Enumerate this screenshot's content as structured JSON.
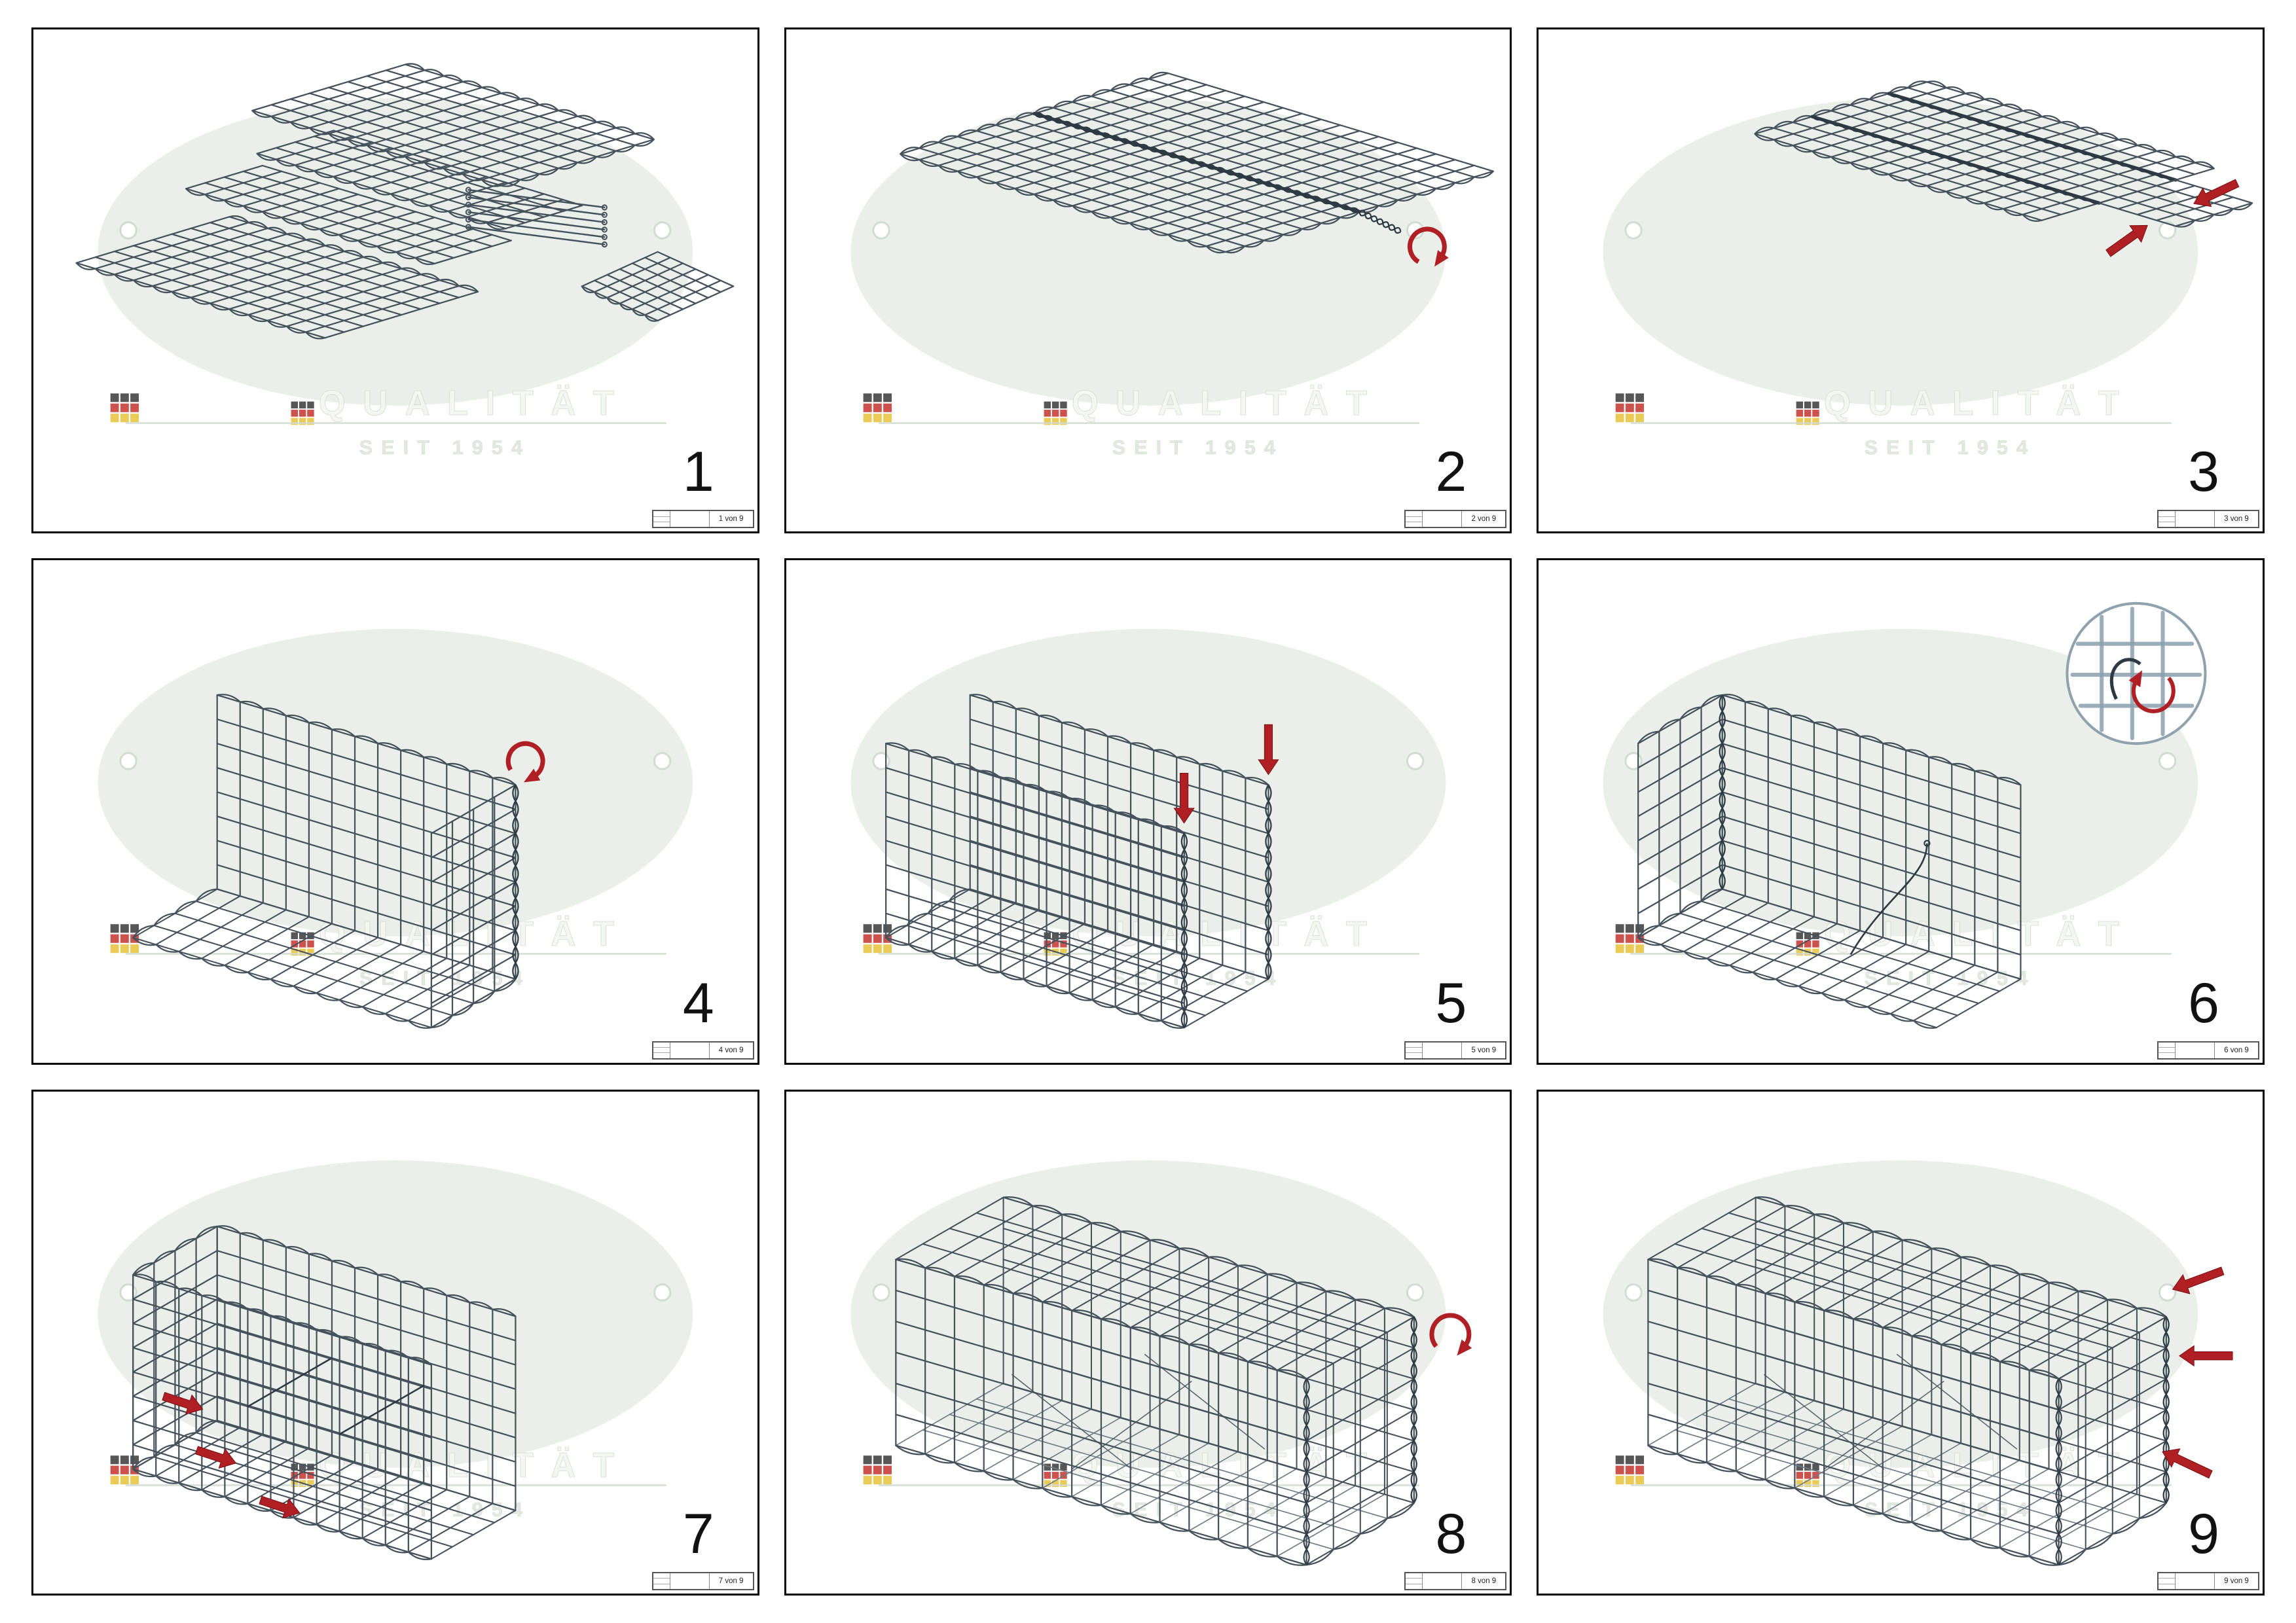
{
  "watermark": {
    "line1": "QUALITÄT",
    "line2": "SEIT 1954"
  },
  "steps": [
    {
      "number": "1",
      "page": "1 von 9"
    },
    {
      "number": "2",
      "page": "2 von 9"
    },
    {
      "number": "3",
      "page": "3 von 9"
    },
    {
      "number": "4",
      "page": "4 von 9"
    },
    {
      "number": "5",
      "page": "5 von 9"
    },
    {
      "number": "6",
      "page": "6 von 9"
    },
    {
      "number": "7",
      "page": "7 von 9"
    },
    {
      "number": "8",
      "page": "8 von 9"
    },
    {
      "number": "9",
      "page": "9 von 9"
    }
  ],
  "colors": {
    "mesh": "#45525c",
    "mesh_dark": "#2e3a43",
    "mesh_light": "#6d7b85",
    "red": "#b01f24",
    "red_outline": "#7a1014",
    "wm_fill": "#ebefe9",
    "wm_line": "#d3dcd2",
    "wm_text": "#f4f6f2",
    "wm_text2": "#e3e9e1",
    "flag_black": "#3a3a3a",
    "flag_red": "#c4332e",
    "flag_gold": "#e8c23a",
    "border": "#000000"
  }
}
